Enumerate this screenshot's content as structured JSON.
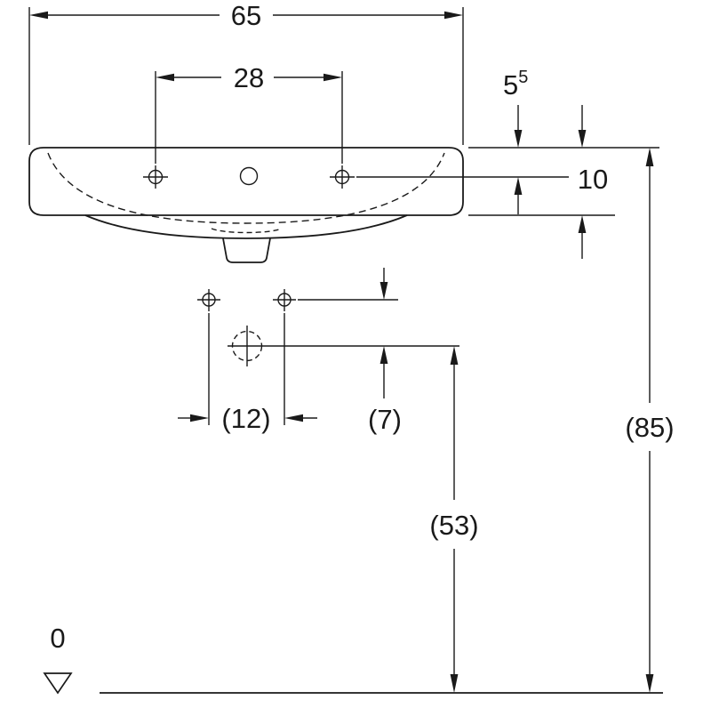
{
  "colors": {
    "line": "#1a1a1a",
    "background": "#ffffff"
  },
  "dimensions": {
    "total_width": {
      "label": "65"
    },
    "tap_hole_spacing": {
      "label": "28"
    },
    "rim_to_tap_axis": {
      "main": "5",
      "sup": "5"
    },
    "rim_height": {
      "label": "10"
    },
    "fixing_hole_spacing": {
      "label": "(12)"
    },
    "fixing_to_drain": {
      "label": "(7)"
    },
    "floor_to_drain": {
      "label": "(53)"
    },
    "floor_to_rim": {
      "label": "(85)"
    },
    "floor_datum": {
      "label": "0"
    }
  }
}
